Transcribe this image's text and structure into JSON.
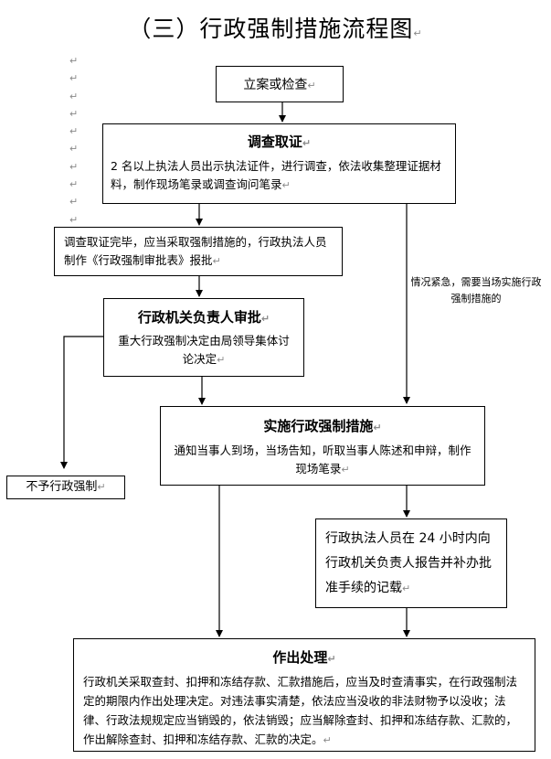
{
  "title": "（三）行政强制措施流程图",
  "para_mark": "↵",
  "margin_marks": [
    "↵",
    "↵",
    "↵",
    "↵",
    "↵",
    "↵",
    "↵",
    "↵",
    "↵",
    "↵"
  ],
  "nodes": {
    "start": {
      "label": "立案或检查"
    },
    "investigate": {
      "heading": "调查取证",
      "body": "2 名以上执法人员出示执法证件，进行调查，依法收集整理证据材料，制作现场笔录或调查询问笔录"
    },
    "report": {
      "body": "调查取证完毕，应当采取强制措施的，行政执法人员制作《行政强制审批表》报批"
    },
    "approve": {
      "heading": "行政机关负责人审批",
      "body": "重大行政强制决定由局领导集体讨论决定"
    },
    "reject": {
      "label": "不予行政强制"
    },
    "implement": {
      "heading": "实施行政强制措施",
      "body": "通知当事人到场，当场告知，听取当事人陈述和申辩，制作现场笔录"
    },
    "emergency_report": {
      "body": "行政执法人员在 24 小时内向行政机关负责人报告并补办批准手续的记载"
    },
    "process": {
      "heading": "作出处理",
      "body": "行政机关采取查封、扣押和冻结存款、汇款措施后，应当及时查清事实，在行政强制法定的期限内作出处理决定。对违法事实清楚，依法应当没收的非法财物予以没收；法律、行政法规规定应当销毁的，依法销毁；应当解除查封、扣押和冻结存款、汇款的，作出解除查封、扣押和冻结存款、汇款的决定。"
    }
  },
  "edge_labels": {
    "emergency": "情况紧急，需要当场实施行政强制措施的"
  }
}
